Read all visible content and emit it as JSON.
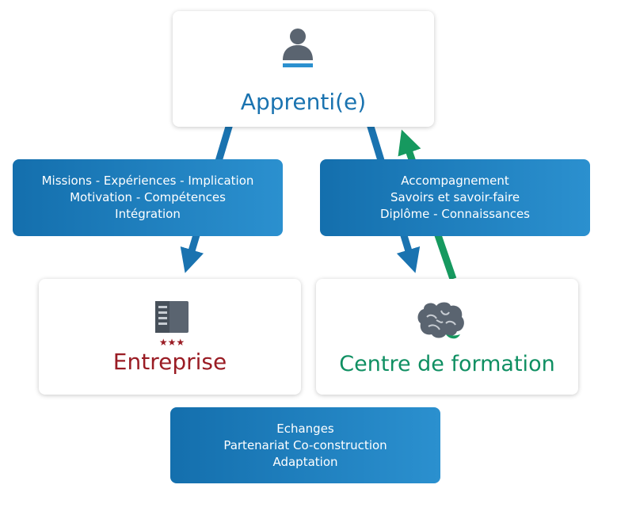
{
  "nodes": {
    "apprenti": {
      "label": "Apprenti(e)",
      "icon": "person-icon"
    },
    "entreprise": {
      "label": "Entreprise",
      "icon": "building-icon"
    },
    "formation": {
      "label": "Centre de formation",
      "icon": "brain-icon"
    }
  },
  "boxes": {
    "left": [
      "Missions - Expériences - Implication",
      "Motivation - Compétences",
      "Intégration"
    ],
    "right": [
      "Accompagnement",
      "Savoirs et savoir-faire",
      "Diplôme - Connaissances"
    ],
    "bottom": [
      "Echanges",
      "Partenariat Co-construction",
      "Adaptation"
    ]
  },
  "colors": {
    "blue_arrow": "#1a73b0",
    "green_arrow": "#16995f",
    "apprenti_text": "#1a73b0",
    "entreprise_text": "#9a1c24",
    "formation_text": "#0f8f62",
    "box_gradient_start": "#146fad",
    "box_gradient_end": "#2b90cf",
    "icon_gray": "#5a6470"
  }
}
